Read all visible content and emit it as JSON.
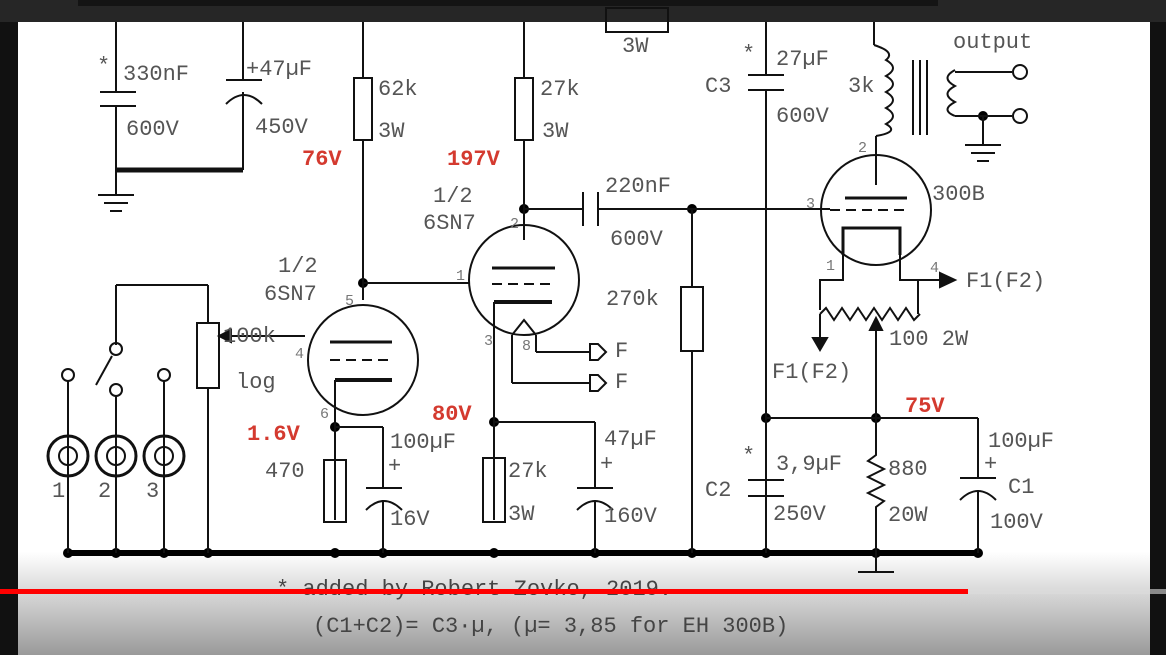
{
  "schematic": {
    "top_labels": {
      "c_star": "*",
      "c_330": "330nF",
      "c_330_v": "600V",
      "c_47": "+47µF",
      "c_47_v": "450V",
      "r62": "62k",
      "r62_w": "3W",
      "v76": "76V",
      "r27": "27k",
      "r27_w": "3W",
      "v197": "197V",
      "r_top_w": "3W",
      "c3_star": "*",
      "c3": "C3",
      "c3_val": "27µF",
      "c3_v": "600V",
      "r3k": "3k",
      "output": "output"
    },
    "tube1": {
      "frac": "1/2",
      "type": "6SN7",
      "pins": [
        "5",
        "4",
        "6"
      ]
    },
    "tube2": {
      "frac": "1/2",
      "type": "6SN7",
      "pins": [
        "1",
        "2",
        "3",
        "8"
      ]
    },
    "tube3": {
      "type": "300B",
      "pins": [
        "3",
        "2",
        "1",
        "4"
      ]
    },
    "coupling": {
      "cap": "220nF",
      "cap_v": "600V",
      "r270": "270k"
    },
    "input": {
      "pot": "100k",
      "pot_type": "log",
      "jacks": [
        "1",
        "2",
        "3"
      ]
    },
    "filament": {
      "f1": "F",
      "f2": "F",
      "f1f2_right": "F1(F2)",
      "f1f2_left": "F1(F2)",
      "hum_pot": "100 2W"
    },
    "bottom_labels": {
      "v80": "80V",
      "v75": "75V",
      "v16": "1.6V",
      "c100_16": "100µF",
      "r470": "470",
      "v16_rating": "16V",
      "c47": "47µF",
      "r27k": "27k",
      "r27k_w": "3W",
      "c47_v": "160V",
      "c2_star": "*",
      "c2": "C2",
      "c2_val": "3,9µF",
      "c2_v": "250V",
      "r880": "880",
      "r880_w": "20W",
      "c1_val": "100µF",
      "c1": "C1",
      "c1_v": "100V",
      "plus": "+"
    },
    "footnote": "* added by Robert Zovko, 2019.",
    "formula": "(C1+C2)= C3·µ, (µ= 3,85 for EH 300B)"
  },
  "player": {
    "progress": 0.83,
    "progress_color": "#ff0000"
  }
}
